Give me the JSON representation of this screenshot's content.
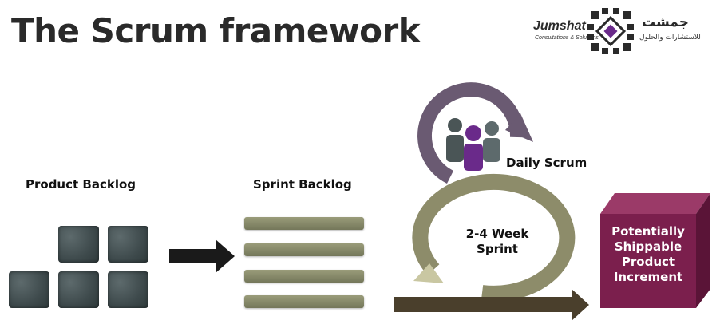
{
  "title": "The Scrum framework",
  "logo": {
    "name_en": "Jumshat",
    "tagline_en": "Consultations & Solutions",
    "name_ar": "جمشت",
    "tagline_ar": "للاستشارات والحلول"
  },
  "product_backlog": {
    "label": "Product Backlog"
  },
  "sprint_backlog": {
    "label": "Sprint Backlog"
  },
  "daily_scrum": {
    "label": "Daily Scrum"
  },
  "sprint": {
    "label_line1": "2-4 Week",
    "label_line2": "Sprint"
  },
  "increment": {
    "line1": "Potentially",
    "line2": "Shippable",
    "line3": "Product",
    "line4": "Increment"
  },
  "colors": {
    "block": "#3e4a4c",
    "bar": "#8a8c6c",
    "daily_cycle": "#6a5a72",
    "sprint_cycle": "#8d8c6a",
    "cube": "#7b1f4d",
    "purple_person": "#6a2a8a",
    "arrow_dark": "#1a1a1a",
    "arrow_olive": "#4a3f2c"
  }
}
